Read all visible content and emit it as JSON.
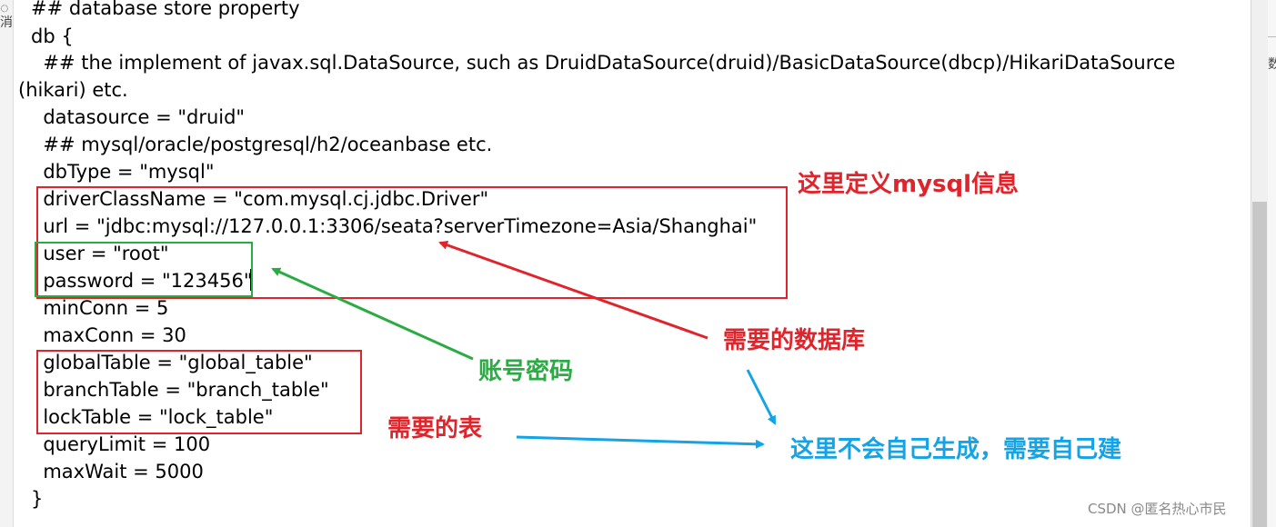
{
  "editor": {
    "lines": [
      "## database store property",
      "db {",
      "  ## the implement of javax.sql.DataSource, such as DruidDataSource(druid)/BasicDataSource(dbcp)/HikariDataSource",
      "(hikari) etc.",
      "  datasource = \"druid\"",
      "  ## mysql/oracle/postgresql/h2/oceanbase etc.",
      "  dbType = \"mysql\"",
      "  driverClassName = \"com.mysql.cj.jdbc.Driver\"",
      "  url = \"jdbc:mysql://127.0.0.1:3306/seata?serverTimezone=Asia/Shanghai\"",
      "  user = \"root\"",
      "  password = \"123456\"",
      "  minConn = 5",
      "  maxConn = 30",
      "  globalTable = \"global_table\"",
      "  branchTable = \"branch_table\"",
      "  lockTable = \"lock_table\"",
      "  queryLimit = 100",
      "  maxWait = 5000",
      "}"
    ]
  },
  "annotations": {
    "mysql_info": "这里定义mysql信息",
    "database_needed": "需要的数据库",
    "credentials": "账号密码",
    "tables_needed": "需要的表",
    "not_auto_generated": "这里不会自己生成，需要自己建"
  },
  "chrome": {
    "left_glyph_top": "◌",
    "left_glyph_bottom": "消",
    "right_glyph": "数"
  },
  "watermark": "CSDN @匿名热心市民",
  "colors": {
    "annotation_red": "#e0242b",
    "annotation_green": "#2bab43",
    "annotation_blue": "#14a3e6",
    "code_text": "#000000",
    "watermark": "#8a8a8a"
  }
}
